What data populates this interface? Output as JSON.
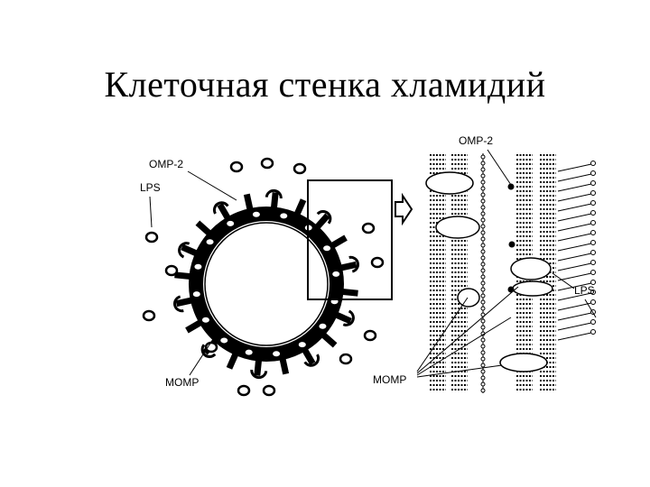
{
  "slide": {
    "title": "Клеточная стенка хламидий"
  },
  "figure": {
    "left_labels": {
      "omp2": "OMP-2",
      "lps": "LPS",
      "momp": "MOMP"
    },
    "right_labels": {
      "omp2": "OMP-2",
      "lps": "LPS",
      "momp": "MOMP"
    }
  }
}
